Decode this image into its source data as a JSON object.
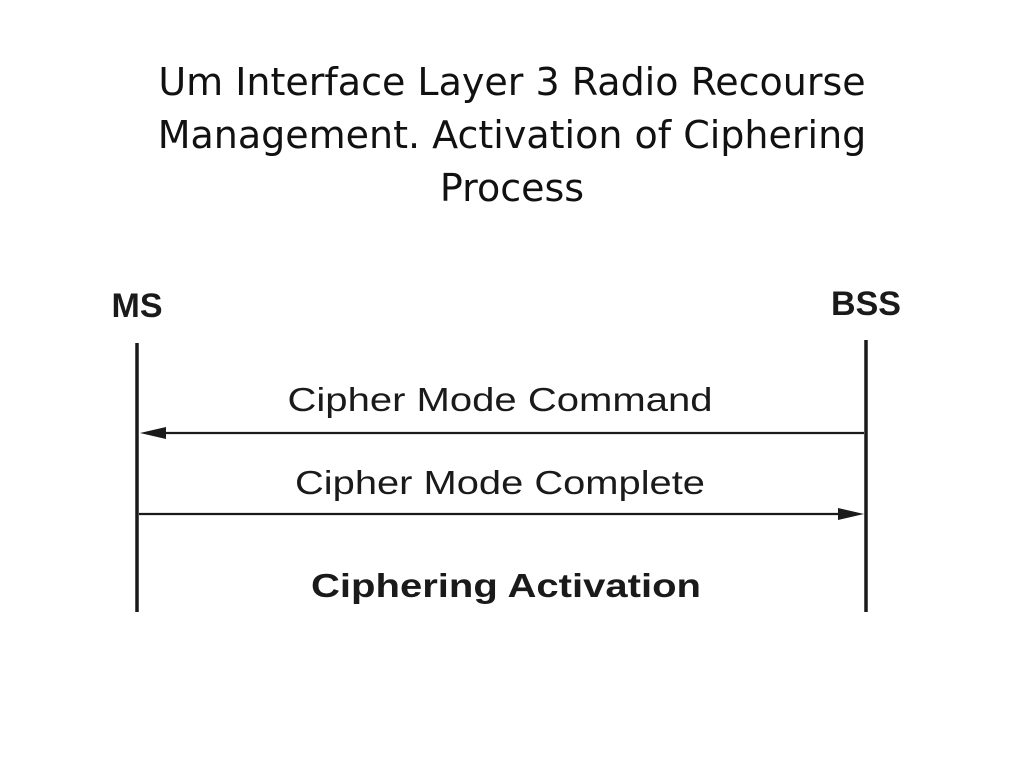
{
  "slide": {
    "title": "Um Interface Layer 3 Radio Recourse Management. Activation of Ciphering Process"
  },
  "diagram": {
    "entities": {
      "ms": "MS",
      "bss": "BSS"
    },
    "messages": [
      {
        "label": "Cipher Mode Command",
        "from": "BSS",
        "to": "MS"
      },
      {
        "label": "Cipher Mode Complete",
        "from": "MS",
        "to": "BSS"
      }
    ],
    "note": "Ciphering Activation"
  }
}
